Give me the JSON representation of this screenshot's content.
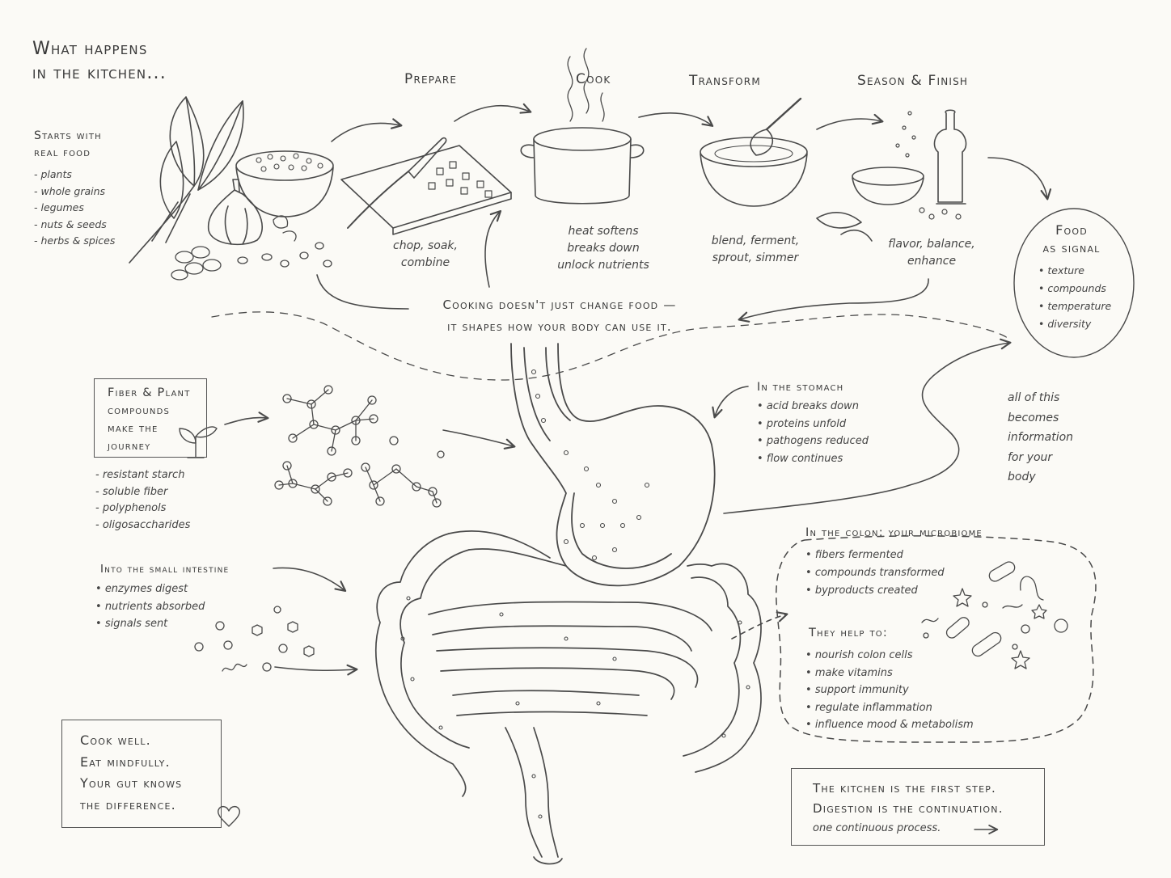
{
  "title": {
    "line1": "What happens",
    "line2": "in the kitchen..."
  },
  "real_food": {
    "heading_l1": "Starts with",
    "heading_l2": "real food",
    "items": [
      "plants",
      "whole grains",
      "legumes",
      "nuts & seeds",
      "herbs & spices"
    ]
  },
  "steps": {
    "prepare": {
      "label": "Prepare",
      "desc_l1": "chop, soak,",
      "desc_l2": "combine"
    },
    "cook": {
      "label": "Cook",
      "desc_l1": "heat softens",
      "desc_l2": "breaks down",
      "desc_l3": "unlock nutrients"
    },
    "transform": {
      "label": "Transform",
      "desc_l1": "blend, ferment,",
      "desc_l2": "sprout, simmer"
    },
    "season": {
      "label": "Season & Finish",
      "desc_l1": "flavor, balance,",
      "desc_l2": "enhance"
    }
  },
  "food_signal": {
    "heading_l1": "Food",
    "heading_l2": "as signal",
    "items": [
      "texture",
      "compounds",
      "temperature",
      "diversity"
    ]
  },
  "cooking_note": {
    "line1": "Cooking doesn't just change food —",
    "line2": "it shapes how your body can use it."
  },
  "fiber": {
    "heading_l1": "Fiber & Plant",
    "heading_l2": "compounds",
    "heading_l3": "make the",
    "heading_l4": "journey",
    "items": [
      "resistant starch",
      "soluble fiber",
      "polyphenols",
      "oligosaccharides"
    ]
  },
  "stomach": {
    "heading": "In the stomach",
    "items": [
      "acid breaks down",
      "proteins unfold",
      "pathogens reduced",
      "flow continues"
    ]
  },
  "information": {
    "l1": "all of this",
    "l2": "becomes",
    "l3": "information",
    "l4": "for your",
    "l5": "body"
  },
  "small_intestine": {
    "heading": "Into the small intestine",
    "items": [
      "enzymes digest",
      "nutrients absorbed",
      "signals sent"
    ]
  },
  "colon": {
    "heading": "In the colon: your microbiome",
    "items": [
      "fibers fermented",
      "compounds transformed",
      "byproducts created"
    ],
    "help_heading": "They help to:",
    "help_items": [
      "nourish colon cells",
      "make vitamins",
      "support immunity",
      "regulate inflammation",
      "influence mood & metabolism"
    ]
  },
  "cook_well": {
    "l1": "Cook well.",
    "l2": "Eat mindfully.",
    "l3": "Your gut knows",
    "l4": "the difference."
  },
  "kitchen_first": {
    "l1": "The kitchen is the first step.",
    "l2": "Digestion is the continuation.",
    "l3": "one continuous process."
  },
  "colors": {
    "ink": "#3a3a3a",
    "paper": "#fbfaf6"
  }
}
